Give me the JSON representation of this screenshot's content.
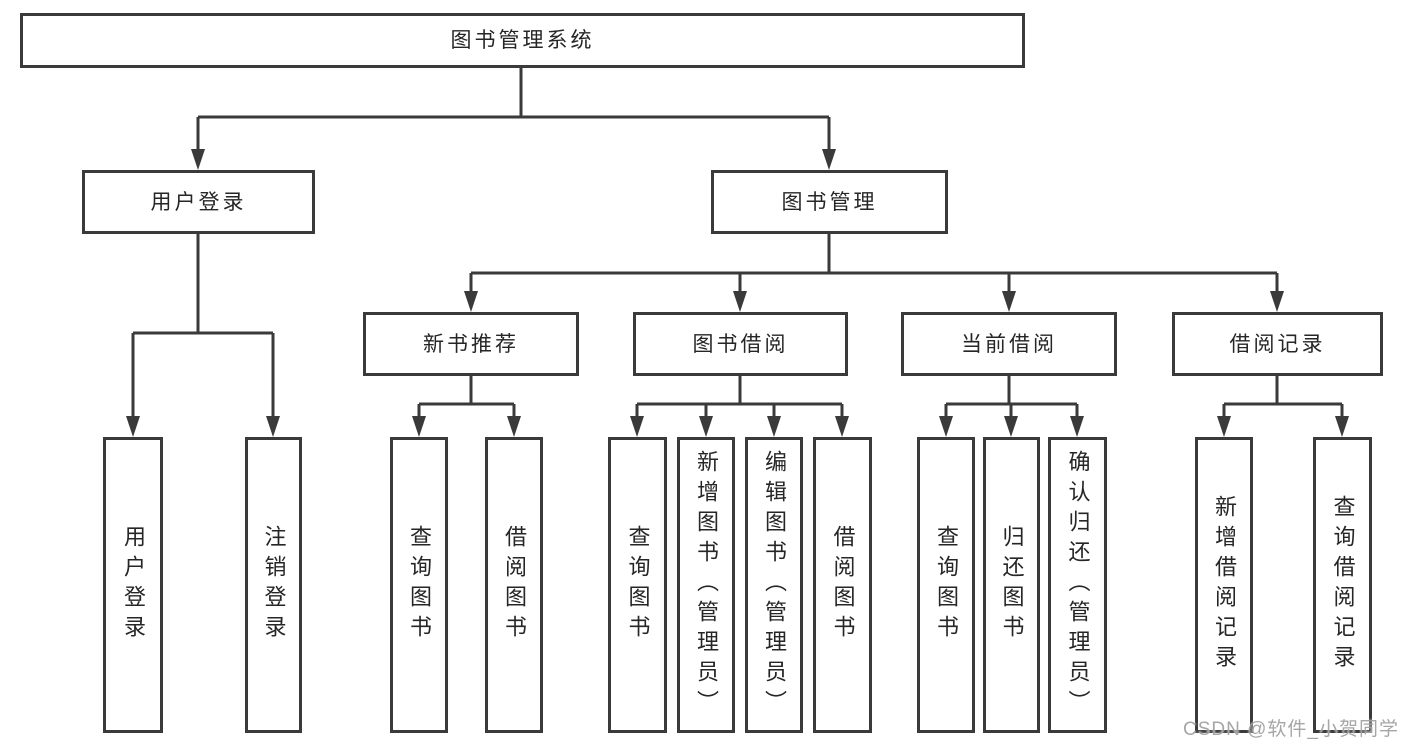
{
  "diagram": {
    "type": "function-structure-tree",
    "background_color": "#ffffff",
    "box_border_color": "#3a3a3a",
    "connector_color": "#3a3a3a",
    "text_color": "#262626"
  },
  "tree": {
    "root": {
      "label": "图书管理系统"
    },
    "level2": [
      {
        "label": "用户登录"
      },
      {
        "label": "图书管理"
      }
    ],
    "level3": [
      {
        "label": "新书推荐"
      },
      {
        "label": "图书借阅"
      },
      {
        "label": "当前借阅"
      },
      {
        "label": "借阅记录"
      }
    ],
    "leaves": {
      "user_login": [
        {
          "label": "用户登录"
        },
        {
          "label": "注销登录"
        }
      ],
      "new_book_rec": [
        {
          "label": "查询图书"
        },
        {
          "label": "借阅图书"
        }
      ],
      "book_borrow": [
        {
          "label": "查询图书"
        },
        {
          "label": "新增图书（管理员）"
        },
        {
          "label": "编辑图书（管理员）"
        },
        {
          "label": "借阅图书"
        }
      ],
      "current_borrow": [
        {
          "label": "查询图书"
        },
        {
          "label": "归还图书"
        },
        {
          "label": "确认归还（管理员）"
        }
      ],
      "borrow_records": [
        {
          "label": "新增借阅记录"
        },
        {
          "label": "查询借阅记录"
        }
      ]
    }
  },
  "watermark": {
    "text": "CSDN @软件_小贺同学",
    "color": "#9e9e9e"
  }
}
